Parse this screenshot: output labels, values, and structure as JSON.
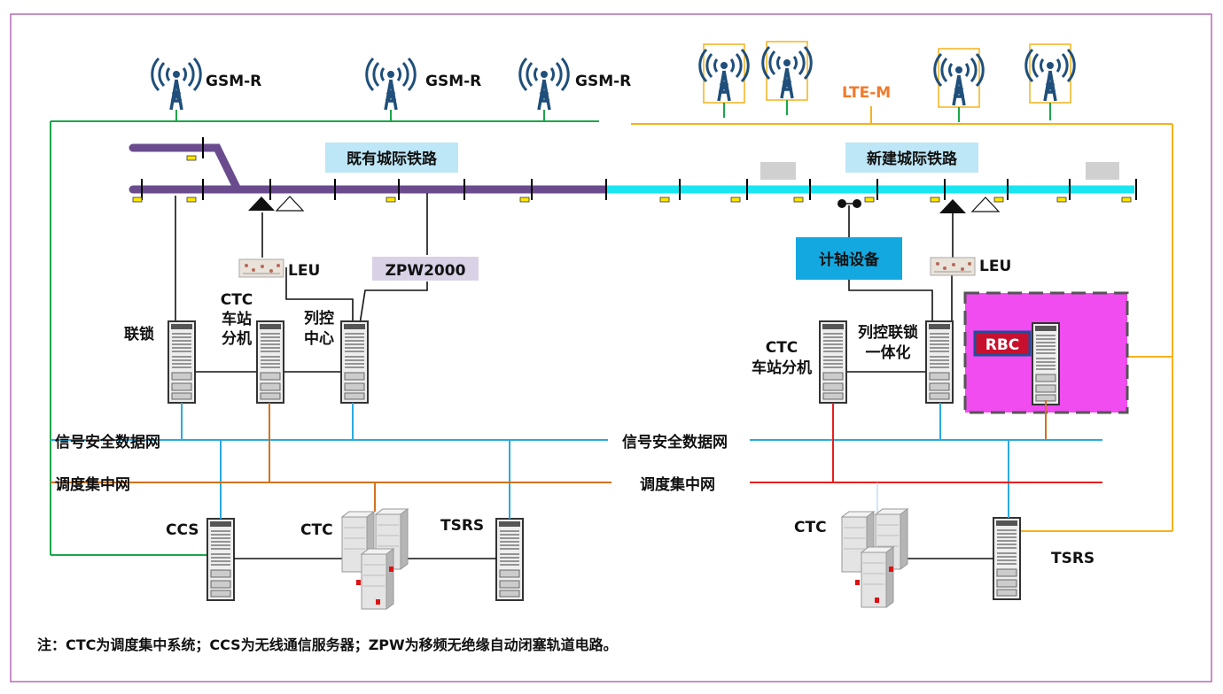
{
  "labels": {
    "gsmr": [
      "GSM-R",
      "GSM-R",
      "GSM-R"
    ],
    "ltem": "LTE-M",
    "existing_line": "既有城际铁路",
    "new_line": "新建城际铁路",
    "leu_left": "LEU",
    "leu_right": "LEU",
    "zpw": "ZPW2000",
    "axle_counter": "计轴设备",
    "rbc": "RBC",
    "interlocking": "联锁",
    "ctc_station_l1": "CTC",
    "ctc_station_l2": "车站",
    "ctc_station_l3": "分机",
    "train_ctrl_l1": "列控",
    "train_ctrl_l2": "中心",
    "ctc_station_r1": "CTC",
    "ctc_station_r2": "车站分机",
    "integrated_l1": "列控联锁",
    "integrated_l2": "一体化",
    "safety_net_left": "信号安全数据网",
    "safety_net_right": "信号安全数据网",
    "dispatch_net_left": "调度集中网",
    "dispatch_net_right": "调度集中网",
    "ccs": "CCS",
    "ctc_left": "CTC",
    "tsrs_left": "TSRS",
    "ctc_right": "CTC",
    "tsrs_right": "TSRS",
    "note": "注：CTC为调度集中系统；CCS为无线通信服务器；ZPW为移频无绝缘自动闭塞轨道电路。"
  },
  "colors": {
    "frame": "#b66bb6",
    "gsmr_line": "#1aa64a",
    "ltem_line": "#f5b21c",
    "ltem_text": "#f07a2a",
    "existing_track": "#6a4c8e",
    "new_track": "#19e6f0",
    "safety_net": "#2aaae0",
    "dispatch_net_left": "#d2721e",
    "dispatch_net_right": "#e81e1e",
    "label_box_blue": "#bde6f7",
    "axle_box": "#14a8e0",
    "zpw_box": "#d9d2e6",
    "rbc_area": "#f04cf0",
    "rbc_label": "#c8102e",
    "tower": "#1f4f7a"
  }
}
